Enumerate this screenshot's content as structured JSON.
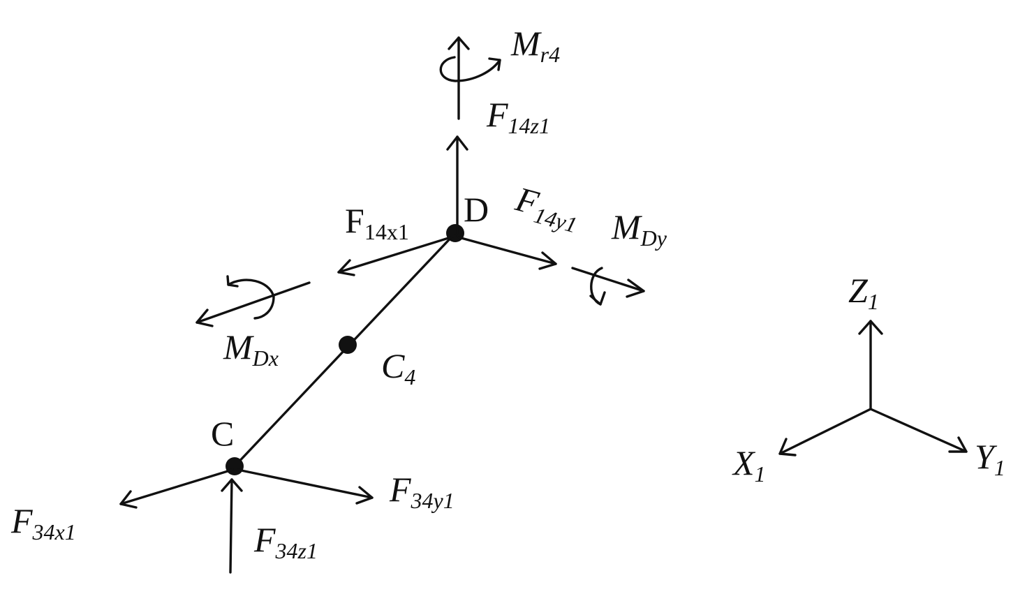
{
  "points": {
    "D": "D",
    "C": "C",
    "C4": {
      "main": "C",
      "sub": "4"
    }
  },
  "forces": {
    "F14z1": {
      "main": "F",
      "sub": "14z1"
    },
    "F14x1": {
      "main": "F",
      "sub": "14x1"
    },
    "F14y1": {
      "main": "F",
      "sub": "14y1"
    },
    "F34x1": {
      "main": "F",
      "sub": "34x1"
    },
    "F34y1": {
      "main": "F",
      "sub": "34y1"
    },
    "F34z1": {
      "main": "F",
      "sub": "34z1"
    }
  },
  "moments": {
    "Mr4": {
      "main": "M",
      "sub": "r4"
    },
    "MDy": {
      "main": "M",
      "sub": "Dy"
    },
    "MDx": {
      "main": "M",
      "sub": "Dx"
    }
  },
  "axes": {
    "Z1": {
      "main": "Z",
      "sub": "1"
    },
    "X1": {
      "main": "X",
      "sub": "1"
    },
    "Y1": {
      "main": "Y",
      "sub": "1"
    }
  }
}
